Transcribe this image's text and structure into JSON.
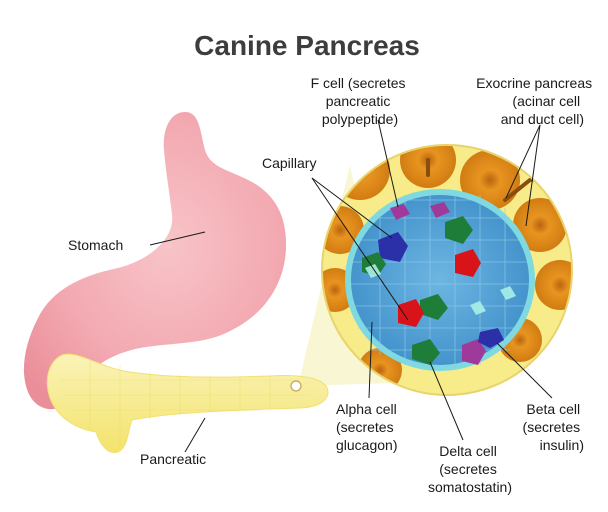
{
  "title": "Canine Pancreas",
  "labels": {
    "stomach": "Stomach",
    "pancreatic": "Pancreatic",
    "capillary": "Capillary",
    "f_cell": [
      "F cell (secretes",
      "pancreatic",
      "polypeptide)"
    ],
    "exocrine": [
      "Exocrine pancreas",
      "(acinar cell",
      "and duct cell)"
    ],
    "alpha_cell": [
      "Alpha cell",
      "(secretes",
      "glucagon)"
    ],
    "delta_cell": [
      "Delta cell",
      "(secretes",
      "somatostatin)"
    ],
    "beta_cell": [
      "Beta cell",
      "(secretes",
      "insulin)"
    ]
  },
  "colors": {
    "stomach": "#f3aab2",
    "pancreas": "#f7ec8e",
    "islet_rim": "#f6e680",
    "acinar": "#e0901e",
    "islet_core": "#5aa7d6",
    "alpha": "#1f7d3a",
    "beta_red": "#d8141a",
    "delta_blue": "#2b2fa8",
    "f_purple": "#a03a9a"
  }
}
